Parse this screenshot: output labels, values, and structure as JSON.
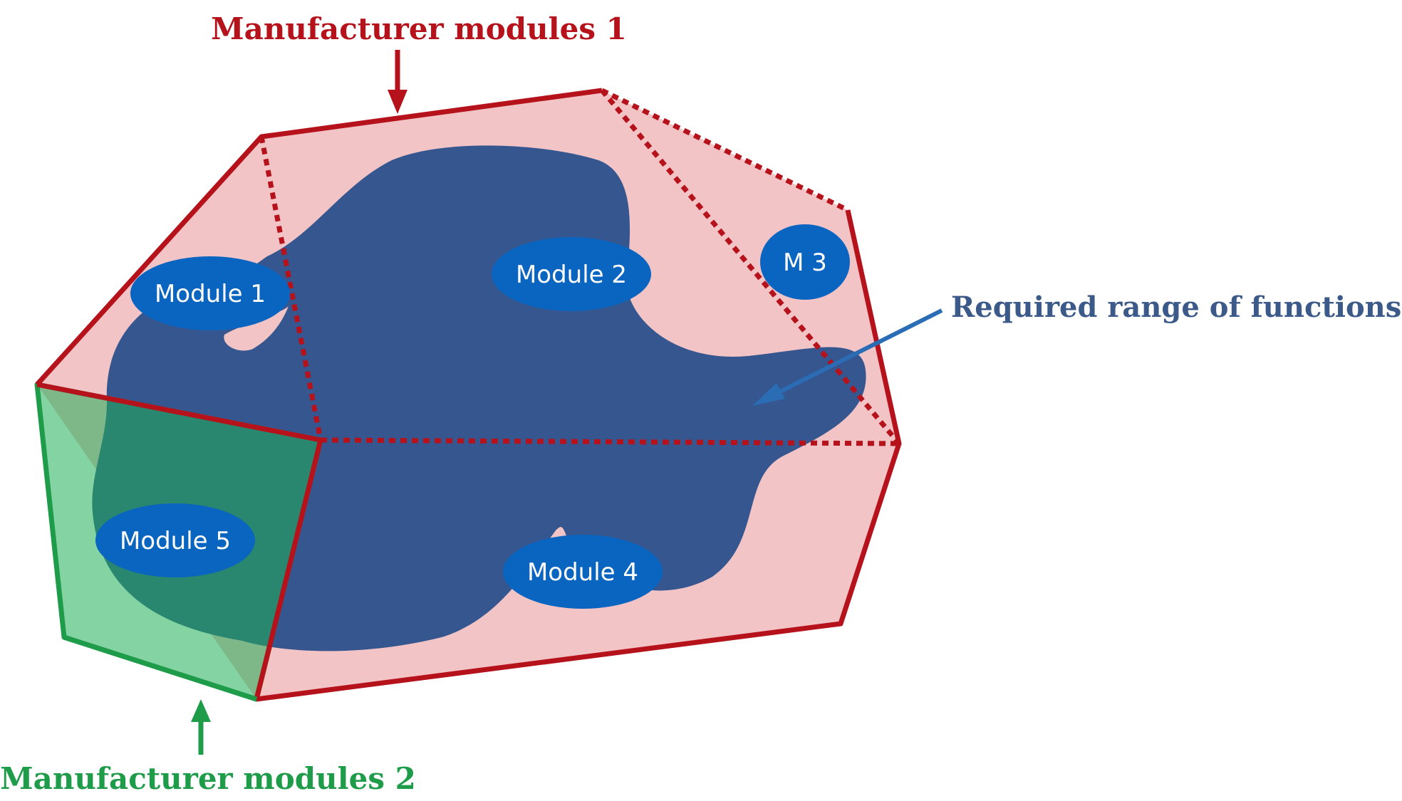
{
  "labels": {
    "manufacturer_modules_1": "Manufacturer modules 1",
    "manufacturer_modules_2": "Manufacturer modules 2",
    "required_range": "Required range of functions"
  },
  "modules": [
    {
      "id": "module-1",
      "label": "Module 1"
    },
    {
      "id": "module-2",
      "label": "Module 2"
    },
    {
      "id": "module-3",
      "label": "M 3"
    },
    {
      "id": "module-4",
      "label": "Module 4"
    },
    {
      "id": "module-5",
      "label": "Module 5"
    }
  ],
  "colors": {
    "manufacturer_1": "#b5121b",
    "manufacturer_1_fill": "#f2c4c6",
    "manufacturer_2": "#1f9c4a",
    "manufacturer_2_fill": "#80d39e",
    "required_range": "#35568f",
    "module_badge": "#0a65c0",
    "module_text": "#ffffff",
    "label_blue": "#3b5a8a"
  }
}
